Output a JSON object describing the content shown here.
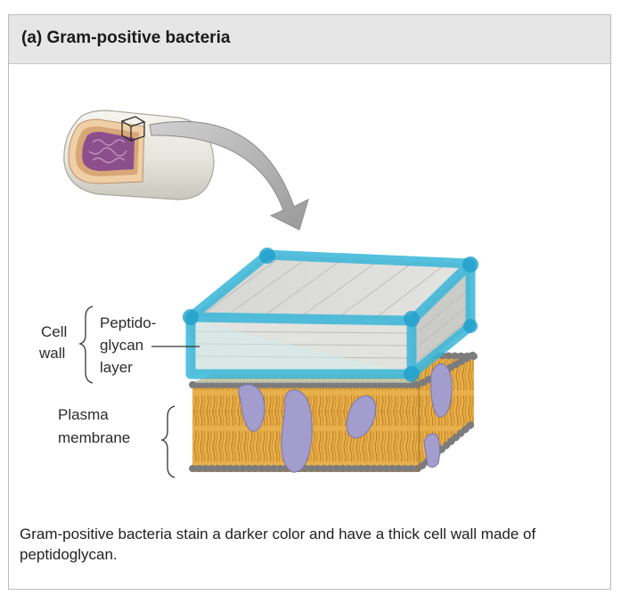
{
  "panel": {
    "title": "(a) Gram-positive bacteria",
    "caption": "Gram-positive bacteria stain a darker color and have a thick cell wall made of peptidoglycan."
  },
  "labels": {
    "cell_wall_line1": "Cell",
    "cell_wall_line2": "wall",
    "peptidoglycan_line1": "Peptido-",
    "peptidoglycan_line2": "glycan",
    "peptidoglycan_line3": "layer",
    "membrane_line1": "Plasma",
    "membrane_line2": "membrane"
  },
  "colors": {
    "highlight": "#38b6d8",
    "lipid_tail": "#e1a43c",
    "lipid_head": "#8c8c8c",
    "protein": "#9d98c8",
    "cytoplasm": "#8d4f8c",
    "wall_layer": "#d9d9d6"
  }
}
